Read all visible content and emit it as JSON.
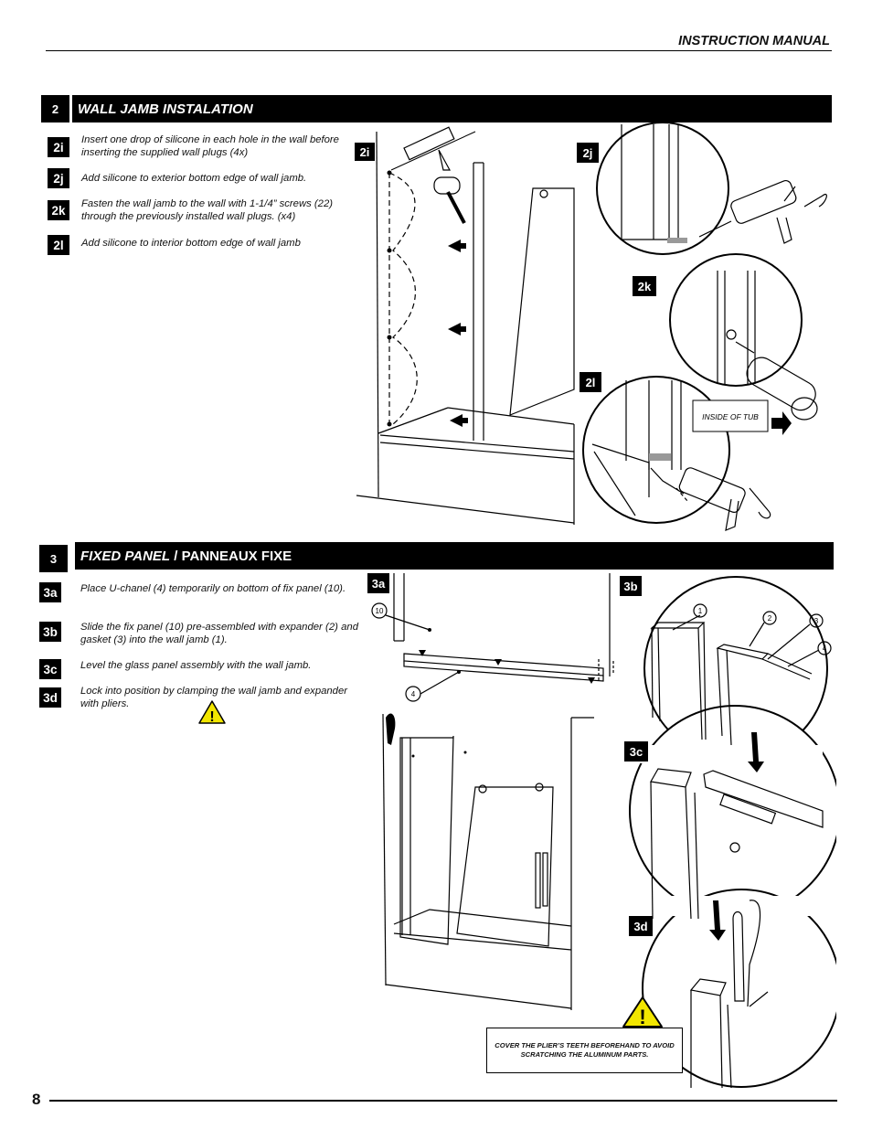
{
  "header": {
    "title": "INSTRUCTION MANUAL"
  },
  "section2": {
    "number": "2",
    "title": "WALL JAMB INSTALATION",
    "steps": [
      {
        "id": "2i",
        "text": "Insert one drop of silicone in each hole in the wall before inserting the supplied wall plugs (4x)"
      },
      {
        "id": "2j",
        "text": "Add silicone to exterior bottom edge of wall jamb."
      },
      {
        "id": "2k",
        "text": "Fasten the wall jamb to the wall with 1-1/4” screws (22) through the previously installed wall plugs. (x4)"
      },
      {
        "id": "2l",
        "text": "Add silicone to interior bottom edge of wall jamb"
      }
    ],
    "figure_labels": {
      "2i": "2i",
      "2j": "2j",
      "2k": "2k",
      "2l": "2l"
    },
    "callout": "INSIDE OF TUB"
  },
  "section3": {
    "number": "3",
    "title_italic": "FIXED PANEL",
    "title_sep": " / ",
    "title_fr": "PANNEAUX FIXE",
    "steps": [
      {
        "id": "3a",
        "text": "Place U-chanel (4) temporarily on bottom of fix panel (10)."
      },
      {
        "id": "3b",
        "text": "Slide the fix panel (10) pre-assembled with expander (2) and gasket (3) into the wall jamb (1)."
      },
      {
        "id": "3c",
        "text": "Level the glass panel assembly with the wall jamb."
      },
      {
        "id": "3d",
        "text": "Lock into position by clamping the wall jamb and expander with pliers."
      }
    ],
    "figure_labels": {
      "3a": "3a",
      "3b": "3b",
      "3c": "3c",
      "3d": "3d"
    },
    "part_numbers": {
      "panel": "10",
      "u_channel": "4",
      "jamb": "1",
      "expander": "2",
      "gasket": "3",
      "channel": "4"
    },
    "warning_note": "COVER THE PLIER’S TEETH BEFOREHAND TO AVOID SCRATCHING THE ALUMINUM PARTS.",
    "warning_symbol": "!"
  },
  "footer": {
    "page_number": "8"
  },
  "colors": {
    "bar": "#000000",
    "warning_fill": "#f2e600",
    "silicone_grey": "#999999"
  }
}
